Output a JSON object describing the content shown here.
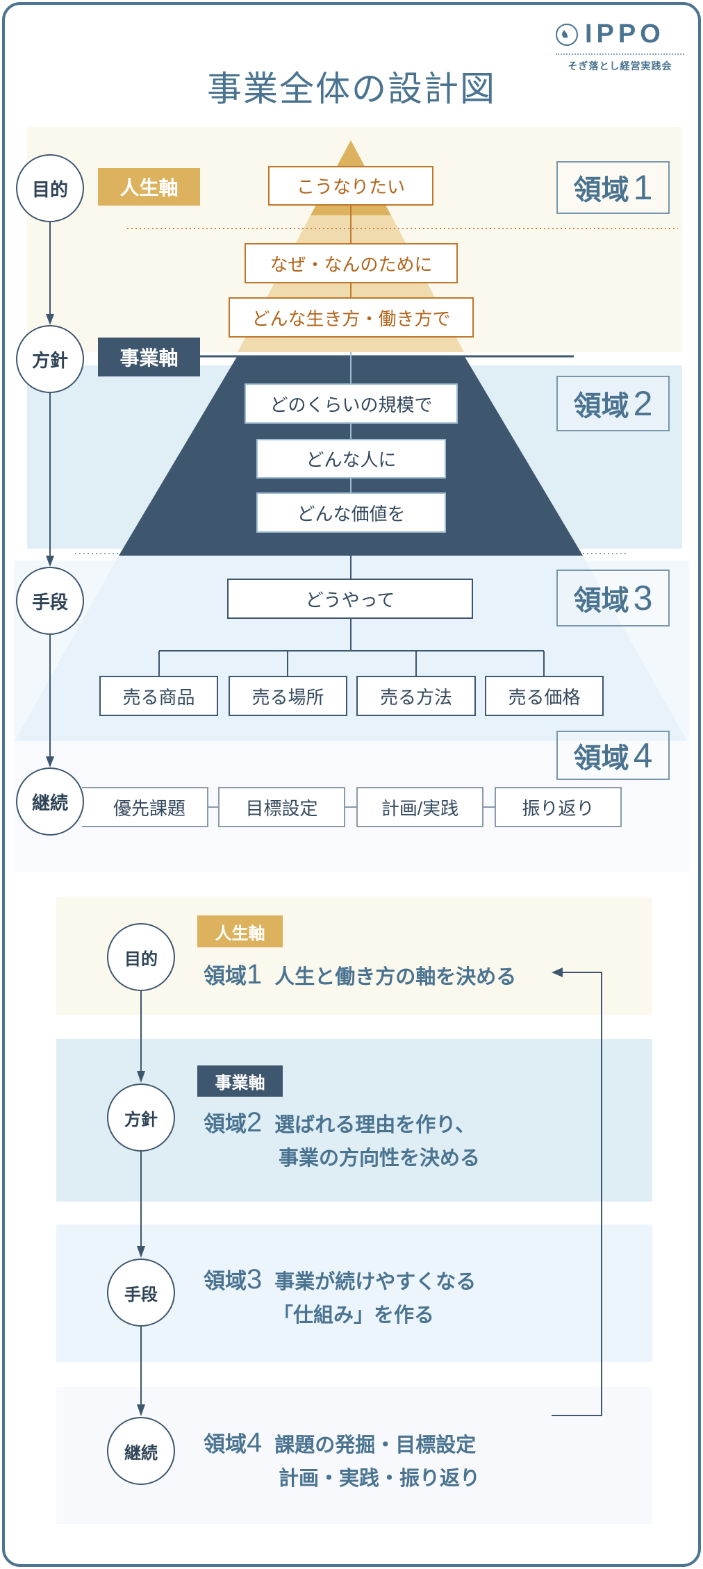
{
  "title": "事業全体の設計図",
  "logo": {
    "name": "IPPO",
    "subtitle": "そぎ落とし経営実践会"
  },
  "stages": [
    "目的",
    "方針",
    "手段",
    "継続"
  ],
  "axes": {
    "life": "人生軸",
    "business": "事業軸"
  },
  "regions": [
    {
      "label": "領域",
      "num": "1"
    },
    {
      "label": "領域",
      "num": "2"
    },
    {
      "label": "領域",
      "num": "3"
    },
    {
      "label": "領域",
      "num": "4"
    }
  ],
  "pyramid": {
    "life_boxes": [
      "こうなりたい",
      "なぜ・なんのために",
      "どんな生き方・働き方で"
    ],
    "business_boxes": [
      "どのくらいの規模で",
      "どんな人に",
      "どんな価値を"
    ],
    "method_box": "どうやって",
    "method_children": [
      "売る商品",
      "売る場所",
      "売る方法",
      "売る価格"
    ],
    "continue_steps": [
      "優先課題",
      "目標設定",
      "計画/実践",
      "振り返り"
    ]
  },
  "summary": [
    {
      "stage": "目的",
      "axis": "人生軸",
      "region": "領域",
      "num": "1",
      "lines": [
        "人生と働き方の軸を決める"
      ]
    },
    {
      "stage": "方針",
      "axis": "事業軸",
      "region": "領域",
      "num": "2",
      "lines": [
        "選ばれる理由を作り、",
        "事業の方向性を決める"
      ]
    },
    {
      "stage": "手段",
      "region": "領域",
      "num": "3",
      "lines": [
        "事業が続けやすくなる",
        "「仕組み」を作る"
      ]
    },
    {
      "stage": "継続",
      "region": "領域",
      "num": "4",
      "lines": [
        "課題の発掘・目標設定",
        "計画・実践・振り返り"
      ]
    }
  ],
  "colors": {
    "gold": "#dcb25e",
    "navy": "#3e566e",
    "accent": "#4a7390",
    "orange": "#c0772a"
  }
}
